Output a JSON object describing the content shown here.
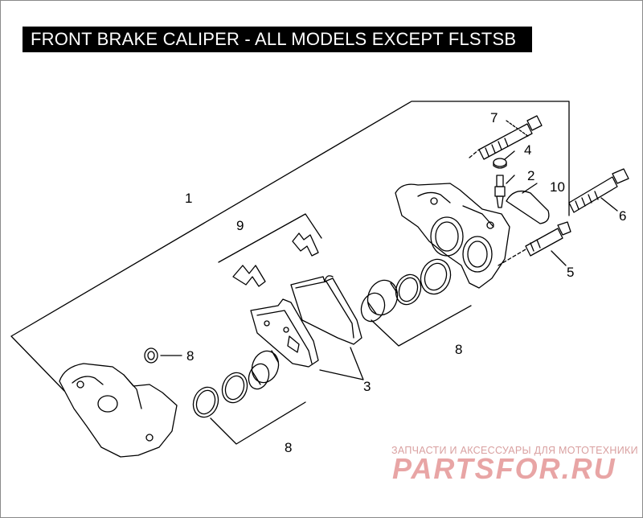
{
  "title": "FRONT BRAKE CALIPER - ALL MODELS EXCEPT FLSTSB",
  "callouts": {
    "c1": "1",
    "c2": "2",
    "c3": "3",
    "c4": "4",
    "c5": "5",
    "c6": "6",
    "c7": "7",
    "c8a": "8",
    "c8b": "8",
    "c8c": "8",
    "c9": "9",
    "c10": "10"
  },
  "watermark": {
    "subtitle": "ЗАПЧАСТИ И АКСЕССУАРЫ ДЛЯ МОТОТЕХНИКИ",
    "brand": "PARTSFOR.RU"
  },
  "colors": {
    "line": "#000000",
    "title_bg": "#000000",
    "title_fg": "#ffffff",
    "watermark": "#e8a5a5"
  }
}
